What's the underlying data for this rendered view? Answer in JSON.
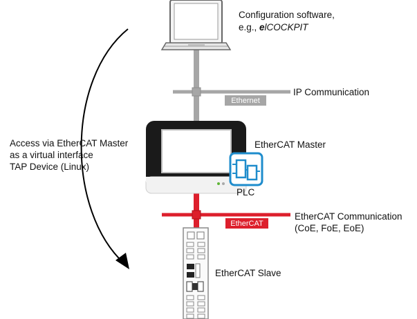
{
  "colors": {
    "ethernet": "#a6a6a6",
    "ethercat": "#dd1f2c",
    "plc_icon": "#1e8ccc",
    "arrow": "#000000"
  },
  "labels": {
    "software_line1": "Configuration software,",
    "software_line2_prefix": "e.g., ",
    "software_line2_brand_e": "e",
    "software_line2_brand_rest": "lCOCKPIT",
    "ip_communication": "IP Communication",
    "ethernet_tag": "Ethernet",
    "master": "EtherCAT Master",
    "plc": "PLC",
    "access_line1": "Access via EtherCAT Master",
    "access_line2": "as a virtual interface",
    "access_line3": "TAP Device (Linux)",
    "ethercat_tag": "EtherCAT",
    "ecat_comm_line1": "EtherCAT Communication",
    "ecat_comm_line2": "(CoE, FoE, EoE)",
    "slave": "EtherCAT Slave"
  },
  "icons": {
    "laptop": "laptop-icon",
    "master_device": "touch-panel-icon",
    "plc": "plc-module-icon",
    "slave_device": "io-module-icon",
    "access_arrow": "curved-arrow-icon"
  }
}
